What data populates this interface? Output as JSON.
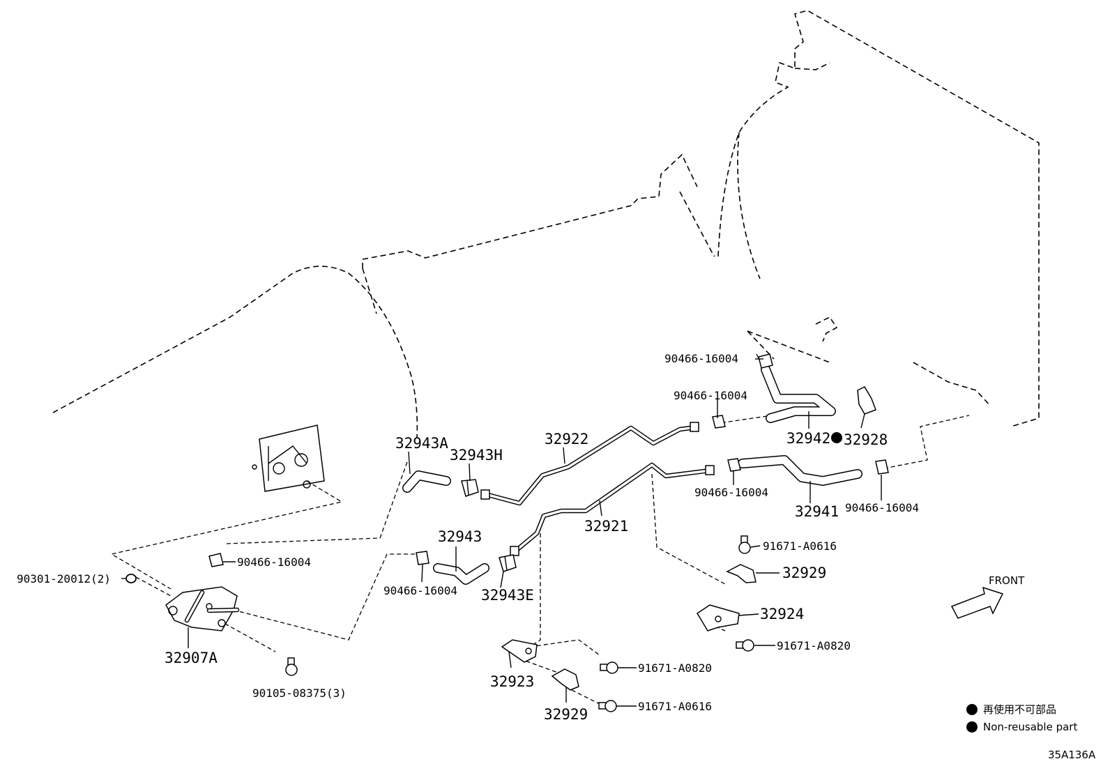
{
  "diagram": {
    "code": "35A136A",
    "front_label": "FRONT",
    "legend": [
      {
        "symbol": "filled-dot",
        "text": "再使用不可部品"
      },
      {
        "symbol": "filled-dot",
        "text": "Non-reusable part"
      }
    ],
    "parts": {
      "p32943A": "32943A",
      "p32943H": "32943H",
      "p32922": "32922",
      "p32921": "32921",
      "p32942": "32942",
      "p32928": "32928",
      "p32941": "32941",
      "p32943": "32943",
      "p32943E": "32943E",
      "p32907A": "32907A",
      "p32923": "32923",
      "p32929a": "32929",
      "p32929b": "32929",
      "p32924": "32924",
      "clamp_a": "90466-16004",
      "clamp_b": "90466-16004",
      "clamp_c": "90466-16004",
      "clamp_d": "90466-16004",
      "clamp_e": "90466-16004",
      "clamp_f": "90466-16004",
      "oring": "90301-20012(2)",
      "bolt_3": "90105-08375(3)",
      "bolt_a0616a": "91671-A0616",
      "bolt_a0616b": "91671-A0616",
      "bolt_a0820a": "91671-A0820",
      "bolt_a0820b": "91671-A0820"
    }
  }
}
